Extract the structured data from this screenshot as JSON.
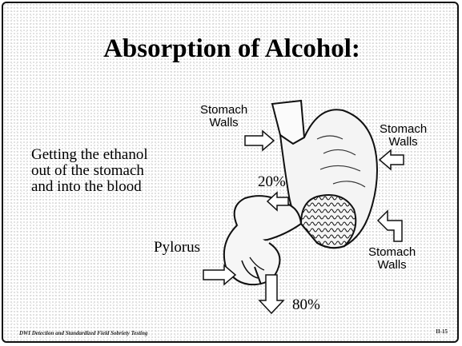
{
  "slide": {
    "title": "Absorption of Alcohol:",
    "description_lines": [
      "Getting the ethanol",
      "out of the stomach",
      "and into the blood"
    ],
    "labels": {
      "stomach_walls_top_left": [
        "Stomach",
        "Walls"
      ],
      "stomach_walls_right": [
        "Stomach",
        "Walls"
      ],
      "stomach_walls_bottom_right": [
        "Stomach",
        "Walls"
      ],
      "pylorus": "Pylorus",
      "percent_stomach": "20%",
      "percent_intestine": "80%"
    },
    "footer": "DWI Detection and Standardized Field Sobriety Testing",
    "page_number": "II-15"
  },
  "icons": [
    "stomach-illustration-icon",
    "arrow-icon"
  ]
}
